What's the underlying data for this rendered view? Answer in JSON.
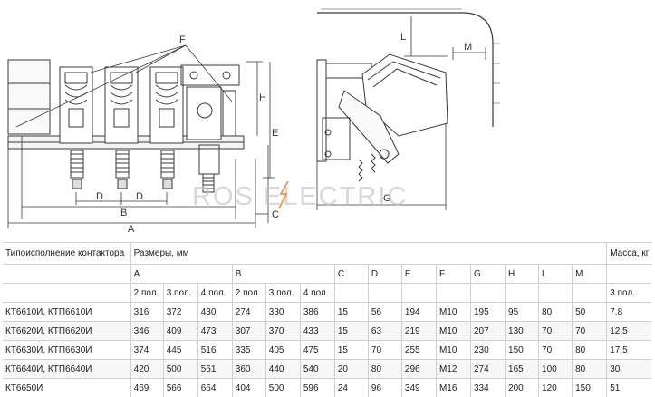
{
  "drawing": {
    "dim_labels": {
      "F": "F",
      "D1": "D",
      "D2": "D",
      "A": "A",
      "B": "B",
      "C": "C",
      "H": "H",
      "E": "E",
      "L": "L",
      "M": "M",
      "G": "G"
    },
    "watermark": "ROS ELECTRIC"
  },
  "table": {
    "type_header": "Типоисполнение контактора",
    "sizes_header": "Размеры, мм",
    "mass_header": "Масса, кг",
    "group_labels": [
      "A",
      "B",
      "C",
      "D",
      "E",
      "F",
      "G",
      "H",
      "L",
      "M"
    ],
    "pole_labels": [
      "2 пол.",
      "3 пол.",
      "4 пол.",
      "2 пол.",
      "3 пол.",
      "4 пол."
    ],
    "mass_pole_label": "3 пол.",
    "rows": [
      {
        "model": "КТ6610И, КТП6610И",
        "values": [
          "316",
          "372",
          "430",
          "274",
          "330",
          "386",
          "15",
          "56",
          "194",
          "M10",
          "195",
          "95",
          "80",
          "50",
          "7,8"
        ]
      },
      {
        "model": "КТ6620И, КТП6620И",
        "values": [
          "346",
          "409",
          "473",
          "307",
          "370",
          "433",
          "15",
          "63",
          "219",
          "M10",
          "207",
          "130",
          "70",
          "70",
          "12,5"
        ]
      },
      {
        "model": "КТ6630И, КТП6630И",
        "values": [
          "374",
          "445",
          "516",
          "335",
          "405",
          "475",
          "15",
          "70",
          "255",
          "M10",
          "230",
          "150",
          "70",
          "80",
          "17,5"
        ]
      },
      {
        "model": "КТ6640И, КТП6640И",
        "values": [
          "420",
          "500",
          "561",
          "360",
          "440",
          "540",
          "20",
          "80",
          "296",
          "M12",
          "274",
          "165",
          "100",
          "80",
          "30"
        ]
      },
      {
        "model": "КТ6650И",
        "values": [
          "469",
          "566",
          "664",
          "404",
          "500",
          "596",
          "24",
          "96",
          "349",
          "M16",
          "334",
          "200",
          "120",
          "150",
          "51"
        ]
      }
    ]
  }
}
